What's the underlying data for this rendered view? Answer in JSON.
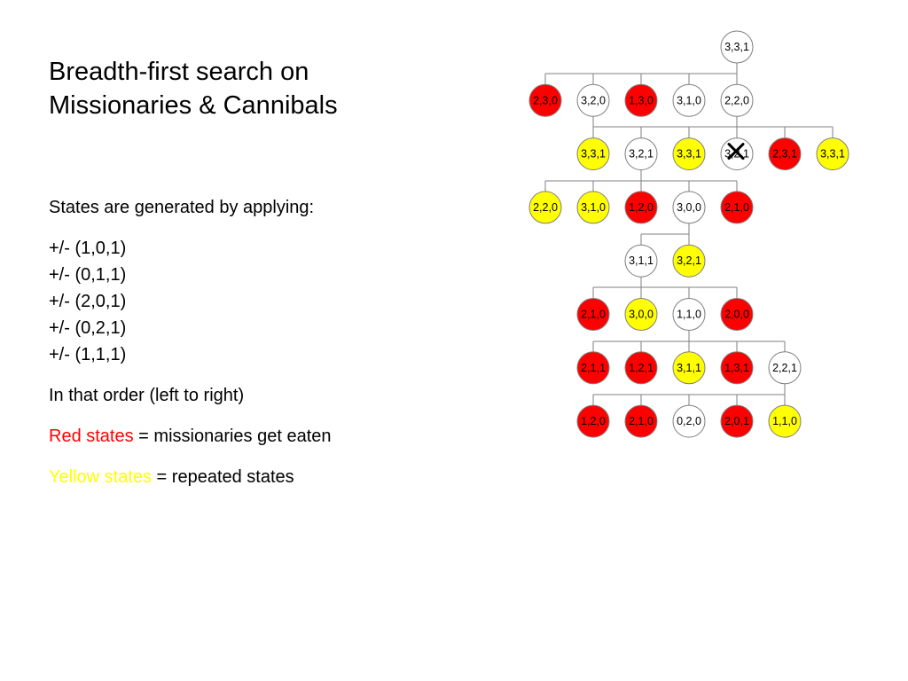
{
  "slide": {
    "title_line1": "Breadth-first search on",
    "title_line2": "Missionaries & Cannibals",
    "intro": "States are generated by applying:",
    "operators": [
      "+/- (1,0,1)",
      "+/- (0,1,1)",
      "+/- (2,0,1)",
      "+/- (0,2,1)",
      "+/- (1,1,1)"
    ],
    "order_note": "In that order (left to right)",
    "legend_red_label": "Red states",
    "legend_red_text": " = missionaries get eaten",
    "legend_yellow_label": "Yellow states",
    "legend_yellow_text": " = repeated states"
  },
  "colors": {
    "red": "#ff0000",
    "yellow": "#ffff00",
    "white": "#ffffff",
    "edge": "#7f7f7f"
  },
  "tree": {
    "nodes": [
      {
        "id": "n0",
        "label": "3,3,1",
        "state": "white",
        "level": 0,
        "slot": 4
      },
      {
        "id": "n1",
        "label": "2,3,0",
        "state": "red",
        "level": 1,
        "slot": 0
      },
      {
        "id": "n2",
        "label": "3,2,0",
        "state": "white",
        "level": 1,
        "slot": 1
      },
      {
        "id": "n3",
        "label": "1,3,0",
        "state": "red",
        "level": 1,
        "slot": 2
      },
      {
        "id": "n4",
        "label": "3,1,0",
        "state": "white",
        "level": 1,
        "slot": 3
      },
      {
        "id": "n5",
        "label": "2,2,0",
        "state": "white",
        "level": 1,
        "slot": 4
      },
      {
        "id": "n6",
        "label": "3,3,1",
        "state": "yellow",
        "level": 2,
        "slot": 1
      },
      {
        "id": "n7",
        "label": "3,2,1",
        "state": "white",
        "level": 2,
        "slot": 2
      },
      {
        "id": "n8",
        "label": "3,3,1",
        "state": "yellow",
        "level": 2,
        "slot": 3
      },
      {
        "id": "n9",
        "label": "3,2,1",
        "state": "white",
        "level": 2,
        "slot": 4,
        "crossed": true
      },
      {
        "id": "n10",
        "label": "2,3,1",
        "state": "red",
        "level": 2,
        "slot": 5
      },
      {
        "id": "n11",
        "label": "3,3,1",
        "state": "yellow",
        "level": 2,
        "slot": 6
      },
      {
        "id": "n12",
        "label": "2,2,0",
        "state": "yellow",
        "level": 3,
        "slot": 0
      },
      {
        "id": "n13",
        "label": "3,1,0",
        "state": "yellow",
        "level": 3,
        "slot": 1
      },
      {
        "id": "n14",
        "label": "1,2,0",
        "state": "red",
        "level": 3,
        "slot": 2
      },
      {
        "id": "n15",
        "label": "3,0,0",
        "state": "white",
        "level": 3,
        "slot": 3
      },
      {
        "id": "n16",
        "label": "2,1,0",
        "state": "red",
        "level": 3,
        "slot": 4
      },
      {
        "id": "n17",
        "label": "3,1,1",
        "state": "white",
        "level": 4,
        "slot": 2
      },
      {
        "id": "n18",
        "label": "3,2,1",
        "state": "yellow",
        "level": 4,
        "slot": 3
      },
      {
        "id": "n19",
        "label": "2,1,0",
        "state": "red",
        "level": 5,
        "slot": 1
      },
      {
        "id": "n20",
        "label": "3,0,0",
        "state": "yellow",
        "level": 5,
        "slot": 2
      },
      {
        "id": "n21",
        "label": "1,1,0",
        "state": "white",
        "level": 5,
        "slot": 3
      },
      {
        "id": "n22",
        "label": "2,0,0",
        "state": "red",
        "level": 5,
        "slot": 4
      },
      {
        "id": "n23",
        "label": "2,1,1",
        "state": "red",
        "level": 6,
        "slot": 1
      },
      {
        "id": "n24",
        "label": "1,2,1",
        "state": "red",
        "level": 6,
        "slot": 2
      },
      {
        "id": "n25",
        "label": "3,1,1",
        "state": "yellow",
        "level": 6,
        "slot": 3
      },
      {
        "id": "n26",
        "label": "1,3,1",
        "state": "red",
        "level": 6,
        "slot": 4
      },
      {
        "id": "n27",
        "label": "2,2,1",
        "state": "white",
        "level": 6,
        "slot": 5
      },
      {
        "id": "n28",
        "label": "1,2,0",
        "state": "red",
        "level": 7,
        "slot": 1
      },
      {
        "id": "n29",
        "label": "2,1,0",
        "state": "red",
        "level": 7,
        "slot": 2
      },
      {
        "id": "n30",
        "label": "0,2,0",
        "state": "white",
        "level": 7,
        "slot": 3
      },
      {
        "id": "n31",
        "label": "2,0,1",
        "state": "red",
        "level": 7,
        "slot": 4
      },
      {
        "id": "n32",
        "label": "1,1,0",
        "state": "yellow",
        "level": 7,
        "slot": 5
      }
    ],
    "edges": [
      [
        "n0",
        "n1"
      ],
      [
        "n0",
        "n2"
      ],
      [
        "n0",
        "n3"
      ],
      [
        "n0",
        "n4"
      ],
      [
        "n0",
        "n5"
      ],
      [
        "n2",
        "n6"
      ],
      [
        "n2",
        "n7"
      ],
      [
        "n2",
        "n8"
      ],
      [
        "n5",
        "n7"
      ],
      [
        "n5",
        "n8"
      ],
      [
        "n5",
        "n9"
      ],
      [
        "n5",
        "n10"
      ],
      [
        "n5",
        "n11"
      ],
      [
        "n7",
        "n12"
      ],
      [
        "n7",
        "n13"
      ],
      [
        "n7",
        "n14"
      ],
      [
        "n7",
        "n15"
      ],
      [
        "n7",
        "n16"
      ],
      [
        "n15",
        "n17"
      ],
      [
        "n15",
        "n18"
      ],
      [
        "n17",
        "n19"
      ],
      [
        "n17",
        "n20"
      ],
      [
        "n17",
        "n21"
      ],
      [
        "n17",
        "n22"
      ],
      [
        "n21",
        "n23"
      ],
      [
        "n21",
        "n24"
      ],
      [
        "n21",
        "n25"
      ],
      [
        "n21",
        "n26"
      ],
      [
        "n21",
        "n27"
      ],
      [
        "n27",
        "n28"
      ],
      [
        "n27",
        "n29"
      ],
      [
        "n27",
        "n30"
      ],
      [
        "n27",
        "n31"
      ],
      [
        "n27",
        "n32"
      ]
    ]
  }
}
